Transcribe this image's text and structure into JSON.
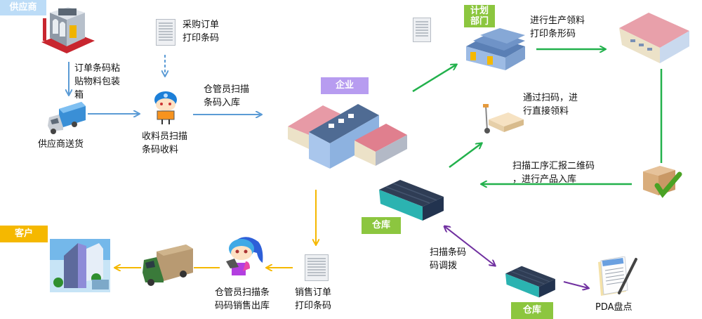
{
  "colors": {
    "supplier_tag": "#bcdcf7",
    "enterprise_tag": "#b79cf0",
    "plan_tag": "#8cc63f",
    "warehouse_tag": "#8cc63f",
    "customer_tag": "#f5b800",
    "blue_arrow": "#5b9bd5",
    "green_arrow": "#22b14c",
    "yellow_arrow": "#f5b800",
    "purple_arrow": "#7030a0"
  },
  "tags": {
    "supplier": "供应商",
    "enterprise": "企业",
    "plan_dept": "计划\n部门",
    "warehouse_main": "仓库",
    "warehouse_sub": "仓库",
    "customer": "客户"
  },
  "labels": {
    "purchase_order": "采购订单\n打印条码",
    "label_boxes": "订单条码粘\n贴物料包装\n箱",
    "supplier_delivery": "供应商送货",
    "receiver_scan": "收料员扫描\n条码收料",
    "keeper_scan_in": "仓管员扫描\n条码入库",
    "production_pick": "进行生产领料\n打印条形码",
    "direct_pick": "通过扫码，进\n行直接领料",
    "report_qr": "扫描工序汇报二维码\n，进行产品入库",
    "transfer": "扫描条码\n码调拨",
    "pda_count": "PDA盘点",
    "sales_order": "销售订单\n打印条码",
    "keeper_scan_out": "仓管员扫描条\n码码销售出库"
  }
}
